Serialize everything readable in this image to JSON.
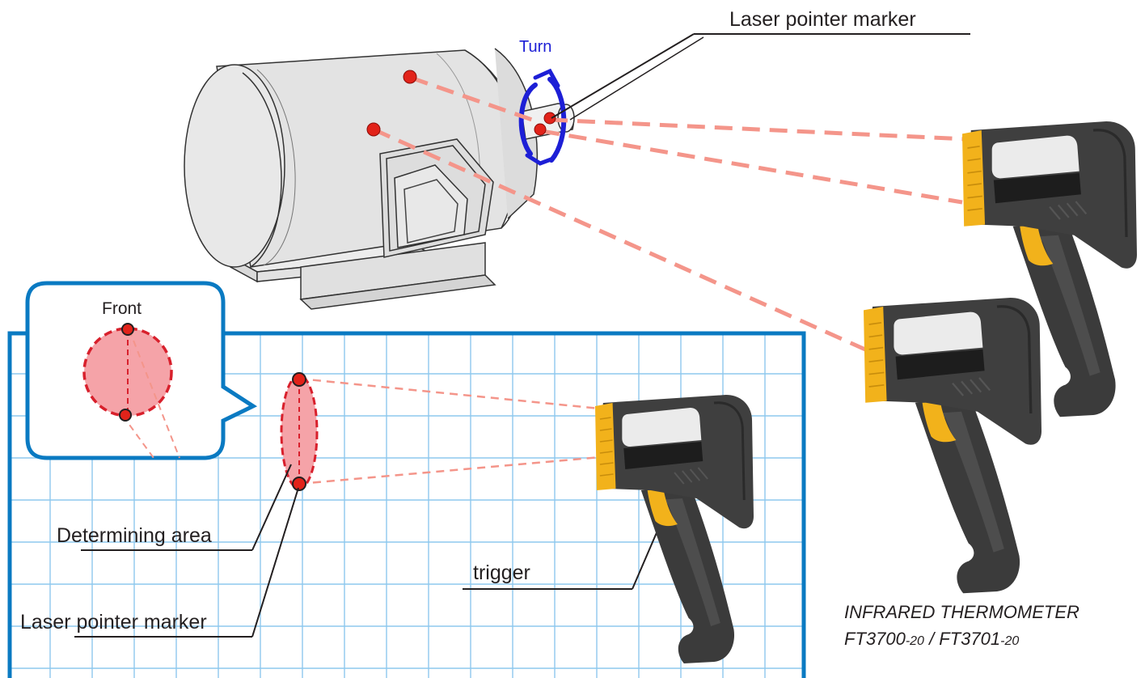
{
  "labels": {
    "laser_top": "Laser pointer marker",
    "turn": "Turn",
    "front": "Front",
    "determining_area": "Determining area",
    "laser_bottom": "Laser pointer marker",
    "trigger": "trigger"
  },
  "product": {
    "line1": "INFRARED THERMOMETER",
    "model_a": "FT3700",
    "suffix_a": "-20",
    "sep": " / ",
    "model_b": "FT3701",
    "suffix_b": "-20"
  },
  "colors": {
    "grid_border": "#0a7ac2",
    "grid_line": "#8ec8ee",
    "laser_beam": "#f4958a",
    "laser_dot": "#e2231a",
    "spot_fill": "#f5a3a8",
    "spot_stroke": "#d8202c",
    "turn_arrow": "#1d1fd6",
    "gun_body": "#3f3f3f",
    "gun_accent": "#f2b21b",
    "motor_body": "#e6e6e6"
  }
}
